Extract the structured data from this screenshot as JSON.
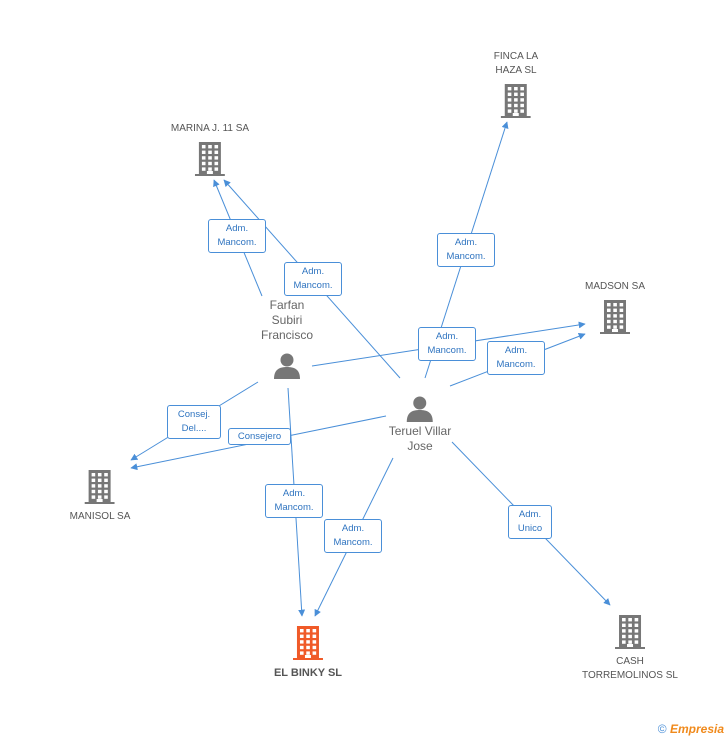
{
  "colors": {
    "edge": "#4a8fd8",
    "company": "#777777",
    "main_company": "#f05a28",
    "person": "#777777"
  },
  "companies": [
    {
      "id": "finca",
      "label": "FINCA LA\nHAZA SL",
      "icon": "building-icon"
    },
    {
      "id": "marina",
      "label": "MARINA J. 11 SA",
      "icon": "building-icon"
    },
    {
      "id": "madson",
      "label": "MADSON SA",
      "icon": "building-icon"
    },
    {
      "id": "manisol",
      "label": "MANISOL SA",
      "icon": "building-icon"
    },
    {
      "id": "elbinky",
      "label": "EL BINKY SL",
      "icon": "building-icon",
      "main": true
    },
    {
      "id": "cash",
      "label": "CASH\nTORREMOLINOS SL",
      "icon": "building-icon"
    }
  ],
  "persons": [
    {
      "id": "farfan",
      "label": "Farfan\nSubiri\nFrancisco",
      "icon": "person-icon"
    },
    {
      "id": "teruel",
      "label": "Teruel Villar\nJose",
      "icon": "person-icon"
    }
  ],
  "edges": [
    {
      "from": "farfan",
      "to": "marina",
      "label": "Adm.\nMancom."
    },
    {
      "from": "teruel",
      "to": "marina",
      "label": "Adm.\nMancom."
    },
    {
      "from": "teruel",
      "to": "finca",
      "label": "Adm.\nMancom."
    },
    {
      "from": "farfan",
      "to": "madson",
      "label": "Adm.\nMancom."
    },
    {
      "from": "teruel",
      "to": "madson",
      "label": "Adm.\nMancom."
    },
    {
      "from": "farfan",
      "to": "manisol",
      "label": "Consej.\nDel...."
    },
    {
      "from": "teruel",
      "to": "manisol",
      "label": "Consejero"
    },
    {
      "from": "farfan",
      "to": "elbinky",
      "label": "Adm.\nMancom."
    },
    {
      "from": "teruel",
      "to": "elbinky",
      "label": "Adm.\nMancom."
    },
    {
      "from": "teruel",
      "to": "cash",
      "label": "Adm.\nUnico"
    }
  ],
  "footer": {
    "copyright": "©",
    "brand": "Empresia"
  }
}
